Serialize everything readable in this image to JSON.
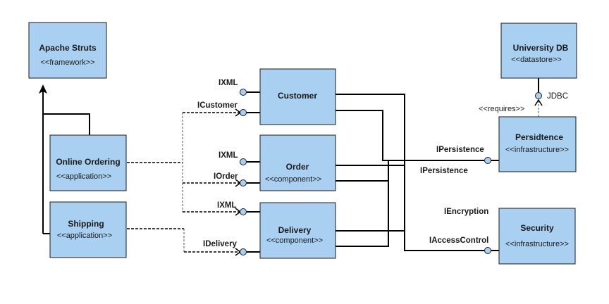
{
  "components": {
    "apache_struts": {
      "name": "Apache Struts",
      "stereotype": "<<framework>>"
    },
    "online_ordering": {
      "name": "Online Ordering",
      "stereotype": "<<application>>"
    },
    "shipping": {
      "name": "Shipping",
      "stereotype": "<<application>>"
    },
    "customer": {
      "name": "Customer",
      "stereotype": ""
    },
    "order": {
      "name": "Order",
      "stereotype": "<<component>>"
    },
    "delivery": {
      "name": "Delivery",
      "stereotype": "<<component>>"
    },
    "university_db": {
      "name": "University DB",
      "stereotype": "<<datastore>>"
    },
    "persistence": {
      "name": "Persidtence",
      "stereotype": "<<infrastructure>>"
    },
    "security": {
      "name": "Security",
      "stereotype": "<<infrastructure>>"
    }
  },
  "interfaces": {
    "customer_ixml": "IXML",
    "customer_icustomer": "ICustomer",
    "order_ixml": "IXML",
    "order_iorder": "IOrder",
    "delivery_ixml": "IXML",
    "delivery_idelivery": "IDelivery",
    "jdbc": "JDBC",
    "requires": "<<requires>>",
    "ipersistence_top": "IPersistence",
    "ipersistence_bottom": "IPersistence",
    "iencryption": "IEncryption",
    "iaccesscontrol": "IAccessControl"
  },
  "colors": {
    "component_fill": "#a9cff1",
    "outline": "#1a1a1a"
  }
}
